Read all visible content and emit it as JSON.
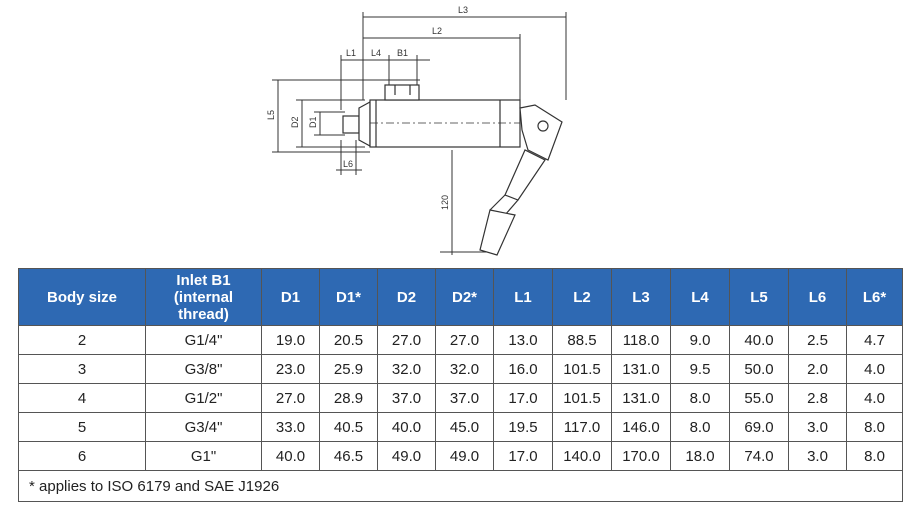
{
  "drawing": {
    "labels": {
      "L3": "L3",
      "L2": "L2",
      "L1": "L1",
      "L4": "L4",
      "B1": "B1",
      "L5": "L5",
      "D2": "D2",
      "D1": "D1",
      "L6": "L6",
      "stroke": "120"
    },
    "line_color": "#333333"
  },
  "table": {
    "header_color": "#2e69b3",
    "headers": [
      "Body size",
      "Inlet B1 (internal thread)",
      "D1",
      "D1*",
      "D2",
      "D2*",
      "L1",
      "L2",
      "L3",
      "L4",
      "L5",
      "L6",
      "L6*"
    ],
    "rows": [
      [
        "2",
        "G1/4\"",
        "19.0",
        "20.5",
        "27.0",
        "27.0",
        "13.0",
        "88.5",
        "118.0",
        "9.0",
        "40.0",
        "2.5",
        "4.7"
      ],
      [
        "3",
        "G3/8\"",
        "23.0",
        "25.9",
        "32.0",
        "32.0",
        "16.0",
        "101.5",
        "131.0",
        "9.5",
        "50.0",
        "2.0",
        "4.0"
      ],
      [
        "4",
        "G1/2\"",
        "27.0",
        "28.9",
        "37.0",
        "37.0",
        "17.0",
        "101.5",
        "131.0",
        "8.0",
        "55.0",
        "2.8",
        "4.0"
      ],
      [
        "5",
        "G3/4\"",
        "33.0",
        "40.5",
        "40.0",
        "45.0",
        "19.5",
        "117.0",
        "146.0",
        "8.0",
        "69.0",
        "3.0",
        "8.0"
      ],
      [
        "6",
        "G1\"",
        "40.0",
        "46.5",
        "49.0",
        "49.0",
        "17.0",
        "140.0",
        "170.0",
        "18.0",
        "74.0",
        "3.0",
        "8.0"
      ]
    ],
    "footnote": "* applies to ISO 6179 and SAE J1926"
  }
}
